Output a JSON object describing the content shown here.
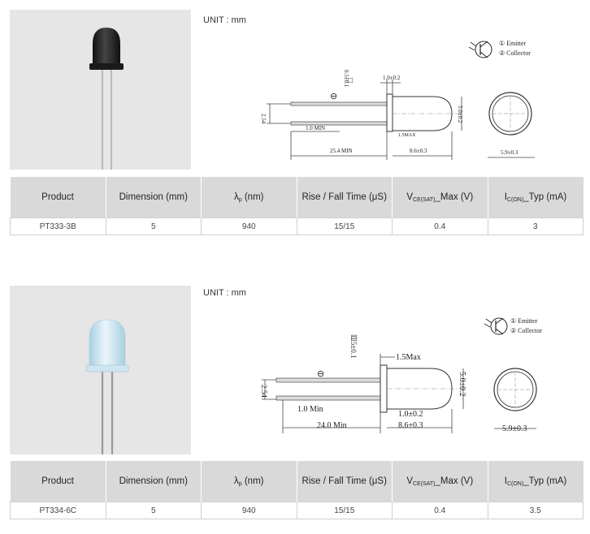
{
  "unit_label": "UNIT : mm",
  "table_headers": {
    "product": "Product",
    "dimension": "Dimension (mm)",
    "lambda_prefix": "λ",
    "lambda_sub": "p",
    "lambda_suffix": " (nm)",
    "rise_fall": "Rise / Fall Time (μS)",
    "vce_prefix": "V",
    "vce_sub": "CE(SAT)",
    "vce_suffix": "_Max (V)",
    "ic_prefix": "I",
    "ic_sub": "C(ON)",
    "ic_suffix": "_Typ (mA)"
  },
  "products": [
    {
      "name": "PT333-3B",
      "dimension": "5",
      "wavelength": "940",
      "rise_fall": "15/15",
      "vce_max": "0.4",
      "ic_typ": "3",
      "lens_color": "#2a2a2a",
      "pin_legend": {
        "pin1": "① Emitter",
        "pin2": "② Collector"
      },
      "dims": {
        "lead_sq": "0.5±0.1",
        "flange": "1.0±0.2",
        "pitch": "2.54",
        "min_short": "1.0 MIN",
        "lead_len": "25.4 MIN",
        "body_len": "8.6±0.3",
        "flange_len": "1.5MAX",
        "diameter_side": "5.0±0.2",
        "diameter_front": "5.9±0.3",
        "square_mark": "□",
        "minus_mark": "⊖"
      }
    },
    {
      "name": "PT334-6C",
      "dimension": "5",
      "wavelength": "940",
      "rise_fall": "15/15",
      "vce_max": "0.4",
      "ic_typ": "3.5",
      "lens_color": "#cfe6f2",
      "pin_legend": {
        "pin1": "① Emitter",
        "pin2": "② Collector"
      },
      "dims": {
        "lead_sq": "0.5±0.1",
        "flange": "1.5Max",
        "pitch": "2.54",
        "min_short": "1.0 Min",
        "lead_len": "24.0 Min",
        "body_len": "8.6±0.3",
        "flange_len": "1.0±0.2",
        "diameter_side": "5.0±0.2",
        "diameter_front": "5.9±0.3",
        "square_mark": "□",
        "minus_mark": "⊖"
      }
    }
  ]
}
